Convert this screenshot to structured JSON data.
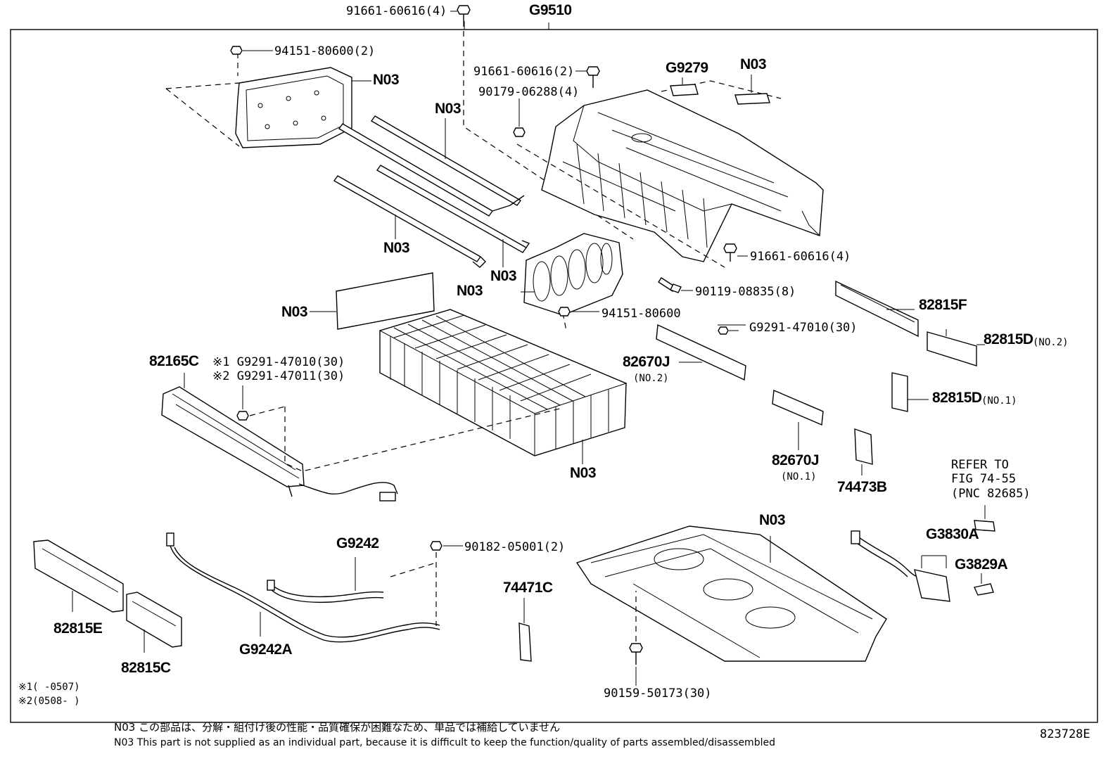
{
  "diagram_code": "823728E",
  "assembly_label": "G9510",
  "labels": {
    "top_bolt": "91661-60616(4)",
    "nut_upper": "94151-80600(2)",
    "cover_left": "N03",
    "bolt_mid": "91661-60616(2)",
    "nut_mid": "90179-06288(4)",
    "g9279": "G9279",
    "n03_top_right": "N03",
    "rod_upper": "N03",
    "rod_lower": "N03",
    "rod_mid": "N03",
    "bracket": "N03",
    "bolt_right": "91661-60616(4)",
    "bolt_long": "90119-08835(8)",
    "nut_center": "94151-80600",
    "pad": "N03",
    "p82815f": "82815F",
    "p82815d2": "82815D",
    "p82815d2_note": "(NO.2)",
    "p82815d1": "82815D",
    "p82815d1_note": "(NO.1)",
    "nut_g9291": "G9291-47010(30)",
    "p82670j2": "82670J",
    "p82670j2_note": "(NO.2)",
    "p82670j1": "82670J",
    "p82670j1_note": "(NO.1)",
    "p82165c": "82165C",
    "nut_alt1": "※1 G9291-47010(30)",
    "nut_alt2": "※2 G9291-47011(30)",
    "battery_stack": "N03",
    "p74473b": "74473B",
    "refer1": "REFER TO",
    "refer2": "FIG 74-55",
    "refer3": "(PNC 82685)",
    "tray": "N03",
    "g3830a": "G3830A",
    "g3829a": "G3829A",
    "g9242": "G9242",
    "nut_lower": "90182-05001(2)",
    "g9242a": "G9242A",
    "p74471c": "74471C",
    "p82815e": "82815E",
    "p82815c": "82815C",
    "bolt_bottom": "90159-50173(30)",
    "footnote1": "※1(    -0507)",
    "footnote2": "※2(0508-    )"
  },
  "notes": {
    "jp": "N03 この部品は、分解・組付け後の性能・品質確保が困難なため、単品では補給していません",
    "en": "N03 This part is not supplied as an individual part, because it is difficult to keep the function/quality of parts assembled/disassembled"
  }
}
